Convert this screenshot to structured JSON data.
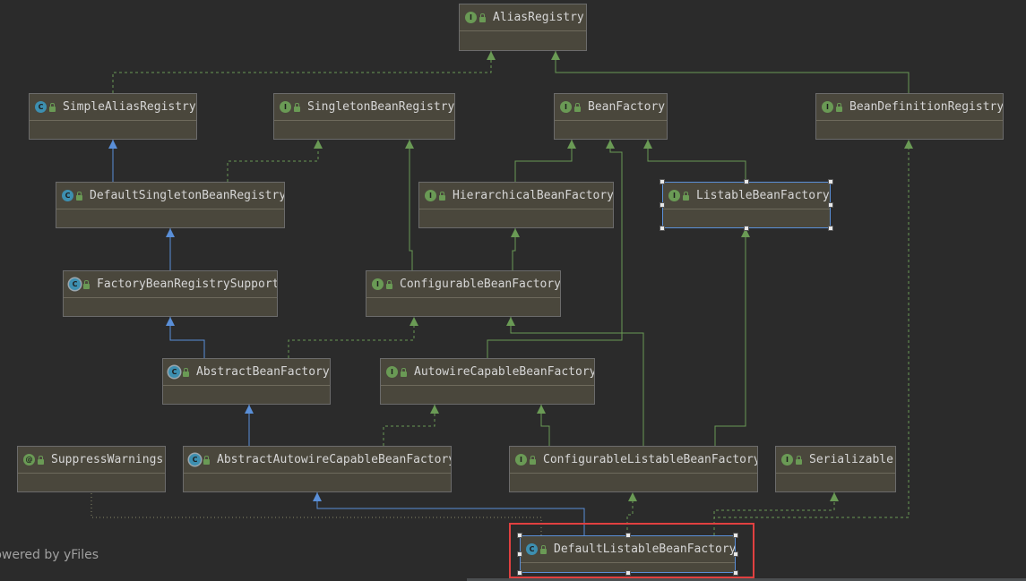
{
  "watermark": "Powered by yFiles",
  "nodes": [
    {
      "id": "AliasRegistry",
      "label": "AliasRegistry",
      "kind": "interface",
      "kind_letter": "I"
    },
    {
      "id": "SimpleAliasRegistry",
      "label": "SimpleAliasRegistry",
      "kind": "class",
      "kind_letter": "C"
    },
    {
      "id": "SingletonBeanRegistry",
      "label": "SingletonBeanRegistry",
      "kind": "interface",
      "kind_letter": "I"
    },
    {
      "id": "BeanFactory",
      "label": "BeanFactory",
      "kind": "interface",
      "kind_letter": "I"
    },
    {
      "id": "BeanDefinitionRegistry",
      "label": "BeanDefinitionRegistry",
      "kind": "interface",
      "kind_letter": "I"
    },
    {
      "id": "DefaultSingletonBeanRegistry",
      "label": "DefaultSingletonBeanRegistry",
      "kind": "class",
      "kind_letter": "C"
    },
    {
      "id": "HierarchicalBeanFactory",
      "label": "HierarchicalBeanFactory",
      "kind": "interface",
      "kind_letter": "I"
    },
    {
      "id": "ListableBeanFactory",
      "label": "ListableBeanFactory",
      "kind": "interface",
      "kind_letter": "I"
    },
    {
      "id": "FactoryBeanRegistrySupport",
      "label": "FactoryBeanRegistrySupport",
      "kind": "abstract",
      "kind_letter": "C"
    },
    {
      "id": "ConfigurableBeanFactory",
      "label": "ConfigurableBeanFactory",
      "kind": "interface",
      "kind_letter": "I"
    },
    {
      "id": "AbstractBeanFactory",
      "label": "AbstractBeanFactory",
      "kind": "abstract",
      "kind_letter": "C"
    },
    {
      "id": "AutowireCapableBeanFactory",
      "label": "AutowireCapableBeanFactory",
      "kind": "interface",
      "kind_letter": "I"
    },
    {
      "id": "SuppressWarnings",
      "label": "SuppressWarnings",
      "kind": "annotation",
      "kind_letter": "@"
    },
    {
      "id": "AbstractAutowireCapableBeanFactory",
      "label": "AbstractAutowireCapableBeanFactory",
      "kind": "abstract",
      "kind_letter": "C"
    },
    {
      "id": "ConfigurableListableBeanFactory",
      "label": "ConfigurableListableBeanFactory",
      "kind": "interface",
      "kind_letter": "I"
    },
    {
      "id": "Serializable",
      "label": "Serializable",
      "kind": "interface",
      "kind_letter": "I"
    },
    {
      "id": "DefaultListableBeanFactory",
      "label": "DefaultListableBeanFactory",
      "kind": "class",
      "kind_letter": "C"
    }
  ],
  "selected": [
    "ListableBeanFactory",
    "DefaultListableBeanFactory"
  ],
  "highlighted": "DefaultListableBeanFactory",
  "edges": [
    {
      "from": "SimpleAliasRegistry",
      "to": "AliasRegistry",
      "type": "implements"
    },
    {
      "from": "BeanDefinitionRegistry",
      "to": "AliasRegistry",
      "type": "extends-interface"
    },
    {
      "from": "DefaultSingletonBeanRegistry",
      "to": "SimpleAliasRegistry",
      "type": "extends"
    },
    {
      "from": "DefaultSingletonBeanRegistry",
      "to": "SingletonBeanRegistry",
      "type": "implements"
    },
    {
      "from": "HierarchicalBeanFactory",
      "to": "BeanFactory",
      "type": "extends-interface"
    },
    {
      "from": "ListableBeanFactory",
      "to": "BeanFactory",
      "type": "extends-interface"
    },
    {
      "from": "AutowireCapableBeanFactory",
      "to": "BeanFactory",
      "type": "extends-interface"
    },
    {
      "from": "FactoryBeanRegistrySupport",
      "to": "DefaultSingletonBeanRegistry",
      "type": "extends"
    },
    {
      "from": "ConfigurableBeanFactory",
      "to": "HierarchicalBeanFactory",
      "type": "extends-interface"
    },
    {
      "from": "ConfigurableBeanFactory",
      "to": "SingletonBeanRegistry",
      "type": "extends-interface"
    },
    {
      "from": "AbstractBeanFactory",
      "to": "FactoryBeanRegistrySupport",
      "type": "extends"
    },
    {
      "from": "AbstractBeanFactory",
      "to": "ConfigurableBeanFactory",
      "type": "implements"
    },
    {
      "from": "AbstractAutowireCapableBeanFactory",
      "to": "AbstractBeanFactory",
      "type": "extends"
    },
    {
      "from": "AbstractAutowireCapableBeanFactory",
      "to": "AutowireCapableBeanFactory",
      "type": "implements"
    },
    {
      "from": "ConfigurableListableBeanFactory",
      "to": "AutowireCapableBeanFactory",
      "type": "extends-interface"
    },
    {
      "from": "ConfigurableListableBeanFactory",
      "to": "ConfigurableBeanFactory",
      "type": "extends-interface"
    },
    {
      "from": "ConfigurableListableBeanFactory",
      "to": "ListableBeanFactory",
      "type": "extends-interface"
    },
    {
      "from": "DefaultListableBeanFactory",
      "to": "AbstractAutowireCapableBeanFactory",
      "type": "extends"
    },
    {
      "from": "DefaultListableBeanFactory",
      "to": "ConfigurableListableBeanFactory",
      "type": "implements"
    },
    {
      "from": "DefaultListableBeanFactory",
      "to": "BeanDefinitionRegistry",
      "type": "implements"
    },
    {
      "from": "DefaultListableBeanFactory",
      "to": "Serializable",
      "type": "implements"
    },
    {
      "from": "DefaultListableBeanFactory",
      "to": "SuppressWarnings",
      "type": "annotated"
    }
  ],
  "colors": {
    "background": "#2b2b2b",
    "node_fill": "#4a473c",
    "interface_edge": "#6a9a55",
    "class_edge": "#5a8fd8",
    "annotation_edge": "#8a8a6a",
    "highlight": "#e04040"
  }
}
